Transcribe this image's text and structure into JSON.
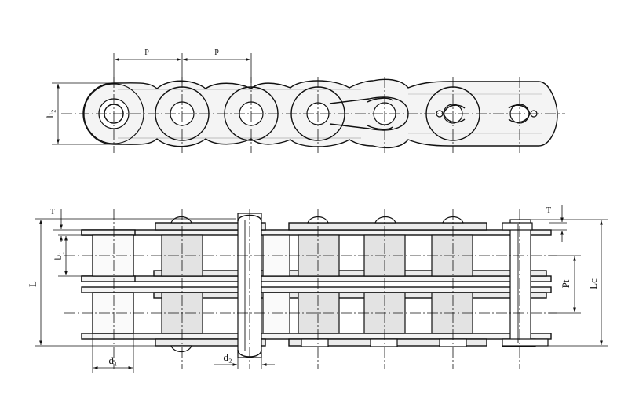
{
  "labels": {
    "pitch_1": "P",
    "pitch_2": "P",
    "plate_height": "h₂",
    "plate_thickness_left": "T",
    "plate_thickness_right": "T",
    "inner_width": "b₁",
    "overall_length": "L",
    "transverse_pitch": "Pt",
    "connecting_length": "Lc",
    "roller_diameter": "d₁",
    "pin_diameter": "d₂"
  }
}
